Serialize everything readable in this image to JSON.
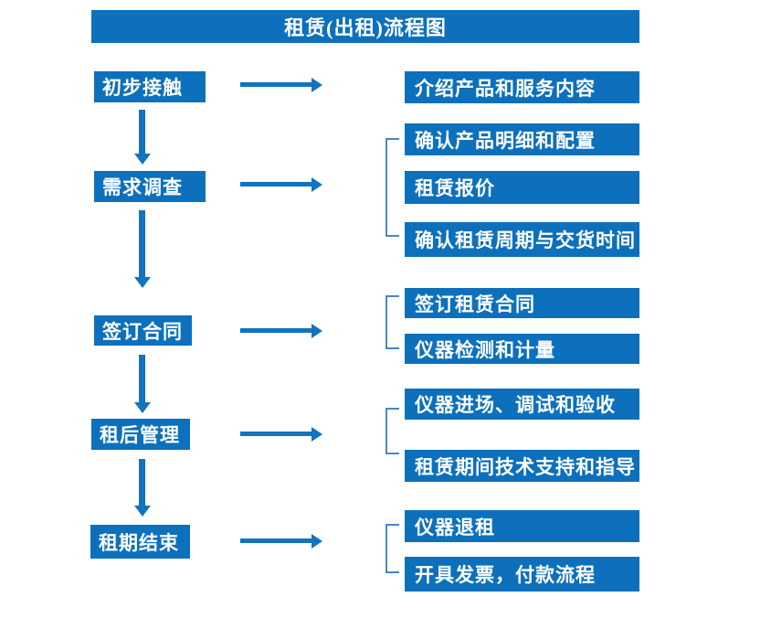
{
  "title": "租赁(出租)流程图",
  "colors": {
    "box_blue": "#0d70bc",
    "arrow_blue": "#1273bf",
    "bracket_blue": "#4a86c5",
    "text_white": "#ffffff"
  },
  "steps": [
    {
      "label": "初步接触",
      "outputs": [
        "介绍产品和服务内容"
      ]
    },
    {
      "label": "需求调查",
      "outputs": [
        "确认产品明细和配置",
        "租赁报价",
        "确认租赁周期与交货时间"
      ]
    },
    {
      "label": "签订合同",
      "outputs": [
        "签订租赁合同",
        "仪器检测和计量"
      ]
    },
    {
      "label": "租后管理",
      "outputs": [
        "仪器进场、调试和验收",
        "租赁期间技术支持和指导"
      ]
    },
    {
      "label": "租期结束",
      "outputs": [
        "仪器退租",
        "开具发票，付款流程"
      ]
    }
  ]
}
